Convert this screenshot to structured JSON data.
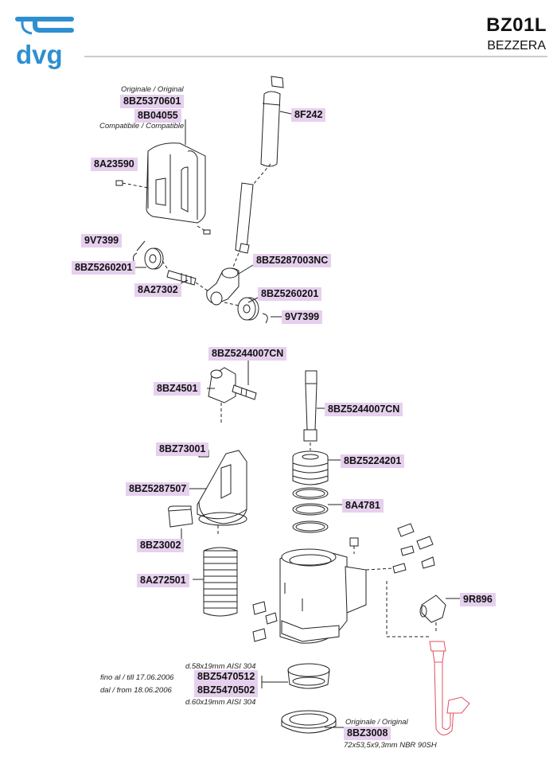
{
  "header": {
    "logo_text": "dvg",
    "model_code": "BZ01L",
    "brand": "BEZZERA",
    "colors": {
      "logo_blue": "#2e8fd0",
      "tag_background": "#e6d0ee",
      "highlight_pink": "#e05060"
    }
  },
  "top_assembly": {
    "original_note": "Originale / Original",
    "original_code": "8BZ5370601",
    "compatible_code": "8B04055",
    "compatible_note": "Compatibile / Compatible",
    "parts": {
      "screw_1": "8A23590",
      "lever": "8F242",
      "circlip_left": "9V7399",
      "bearing_left": "8BZ5260201",
      "pin": "8A27302",
      "lever_hub": "8BZ5287003NC",
      "bearing_right": "8BZ5260201",
      "circlip_right": "9V7399"
    }
  },
  "bottom_assembly": {
    "parts": {
      "link_pin": "8BZ5244007CN",
      "link": "8BZ4501",
      "rod": "8BZ5244007CN",
      "piston": "8BZ5224201",
      "gasket_set": "8A4781",
      "spring_seat": "8BZ73001",
      "support": "8BZ5287507",
      "cap": "8BZ3002",
      "spring": "8A272501",
      "elbow": "9R896"
    },
    "cylinder_filter": {
      "spec_top": "d.58x19mm AISI 304",
      "until_note": "fino al / till 17.06.2006",
      "code_until": "8BZ5470512",
      "from_note": "dal / from 18.06.2006",
      "code_from": "8BZ5470502",
      "spec_bottom": "d.60x19mm AISI 304"
    },
    "gasket": {
      "original_note": "Originale / Original",
      "code": "8BZ3008",
      "spec": "72x53,5x9,3mm NBR 90SH"
    }
  }
}
